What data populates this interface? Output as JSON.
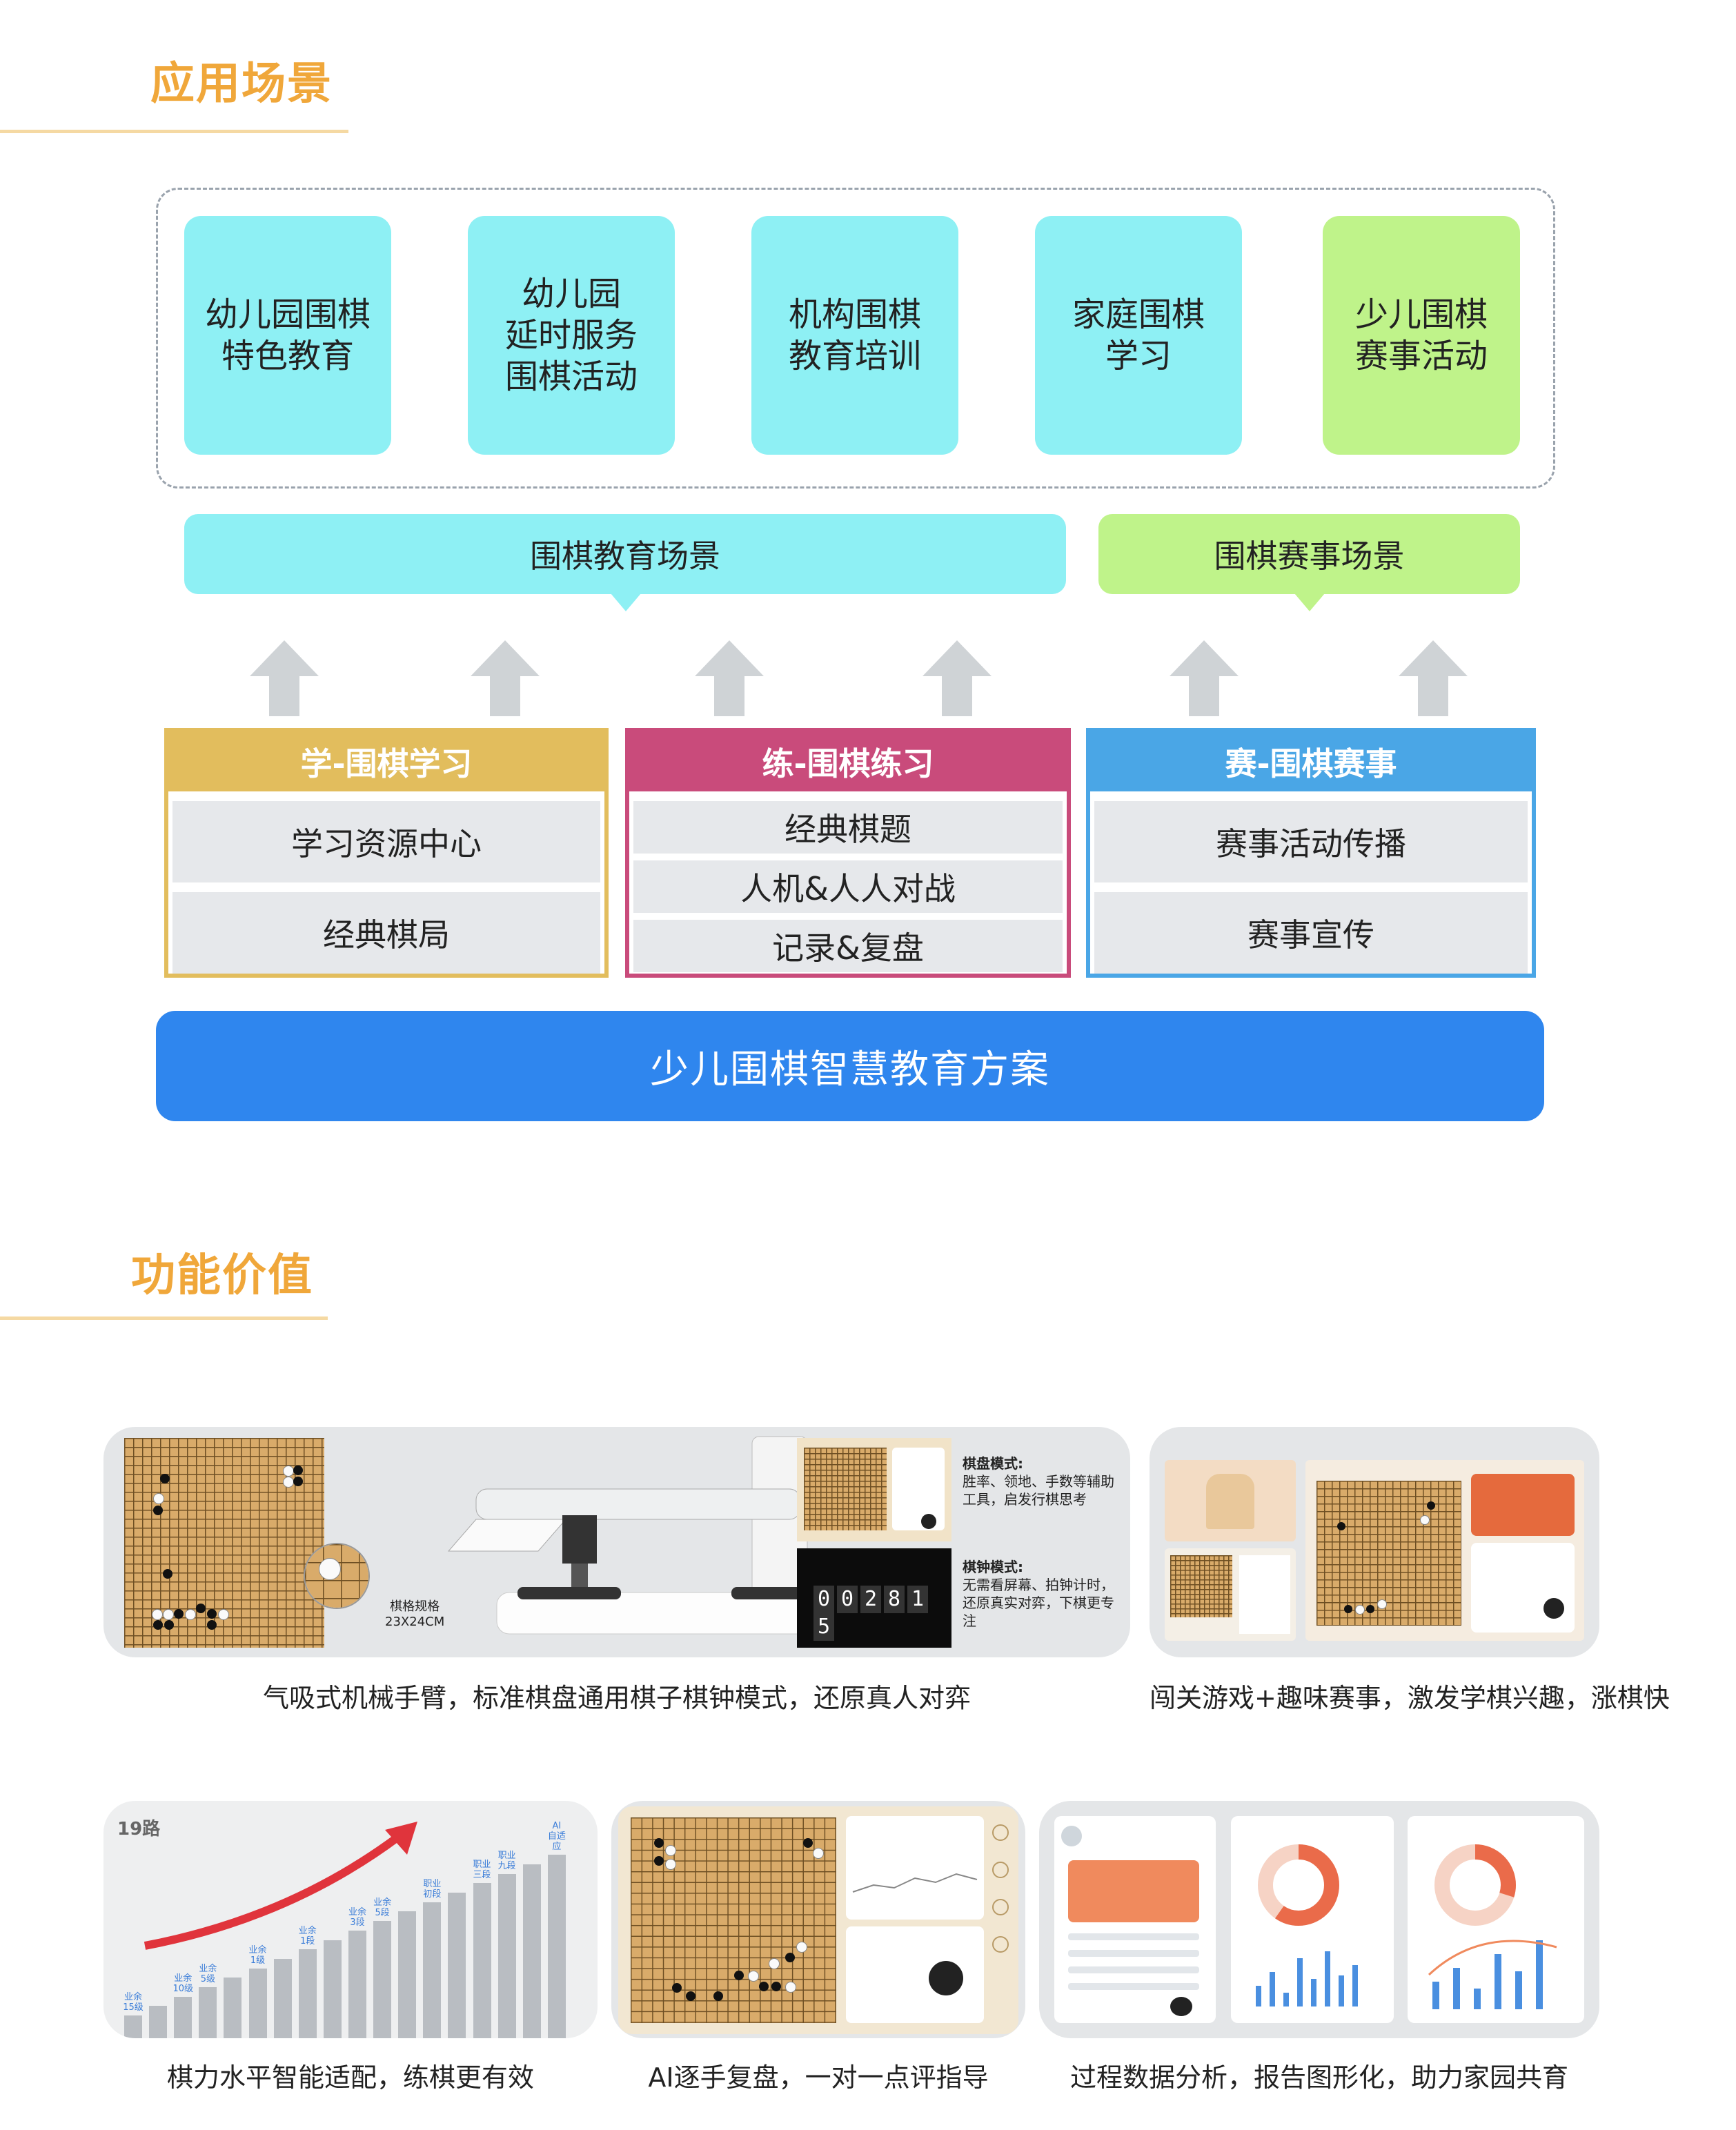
{
  "section1": {
    "title": "应用场景",
    "cards": [
      {
        "label": "幼儿园围棋\n特色教育",
        "color": "#8ef0f4"
      },
      {
        "label": "幼儿园\n延时服务\n围棋活动",
        "color": "#8ef0f4"
      },
      {
        "label": "机构围棋\n教育培训",
        "color": "#8ef0f4"
      },
      {
        "label": "家庭围棋\n学习",
        "color": "#8ef0f4"
      },
      {
        "label": "少儿围棋\n赛事活动",
        "color": "#bff38a"
      }
    ],
    "banners": {
      "education": "围棋教育场景",
      "competition": "围棋赛事场景"
    },
    "pillars": [
      {
        "title": "学-围棋学习",
        "color": "#e2bd5d",
        "items": [
          "学习资源中心",
          "经典棋局"
        ]
      },
      {
        "title": "练-围棋练习",
        "color": "#c94b7b",
        "items": [
          "经典棋题",
          "人机&人人对战",
          "记录&复盘"
        ]
      },
      {
        "title": "赛-围棋赛事",
        "color": "#4aa6e6",
        "items": [
          "赛事活动传播",
          "赛事宣传"
        ]
      }
    ],
    "solution": "少儿围棋智慧教育方案"
  },
  "section2": {
    "title": "功能价值",
    "panel1": {
      "board_spec_label": "棋格规格",
      "board_spec_value": "23X24CM",
      "mode1_title": "棋盘模式:",
      "mode1_desc": "胜率、领地、手数等辅助工具，启发行棋思考",
      "mode2_title": "棋钟模式:",
      "mode2_desc": "无需看屏幕、拍钟计时，还原真实对弈，下棋更专注",
      "clock_digits": [
        "0",
        "0",
        "2",
        "8",
        "1",
        "5"
      ],
      "caption": "气吸式机械手臂，标准棋盘通用棋子棋钟模式，还原真人对弈"
    },
    "panel2": {
      "caption": "闯关游戏+趣味赛事，激发学棋兴趣，涨棋快"
    },
    "panel3": {
      "board_label": "19路",
      "levels": [
        "业余\n15级",
        "业余\n10级",
        "业余\n5级",
        "业余\n1级",
        "业余\n1段",
        "业余\n3段",
        "业余\n5段",
        "职业\n初段",
        "职业\n三段",
        "职业\n九段",
        "AI\n自适应"
      ],
      "bar_levels": [
        0.12,
        0.17,
        0.22,
        0.27,
        0.32,
        0.37,
        0.42,
        0.47,
        0.52,
        0.57,
        0.62,
        0.67,
        0.72,
        0.77,
        0.82,
        0.87,
        0.92,
        0.97
      ],
      "caption": "棋力水平智能适配，练棋更有效"
    },
    "panel4": {
      "caption": "AI逐手复盘，一对一点评指导"
    },
    "panel5": {
      "caption": "过程数据分析，报告图形化，助力家园共育"
    },
    "colors": {
      "accent": "#f0a73a",
      "blue": "#2f86ee",
      "arrow": "#cfd3d6",
      "red_arrow": "#e0343c"
    }
  }
}
